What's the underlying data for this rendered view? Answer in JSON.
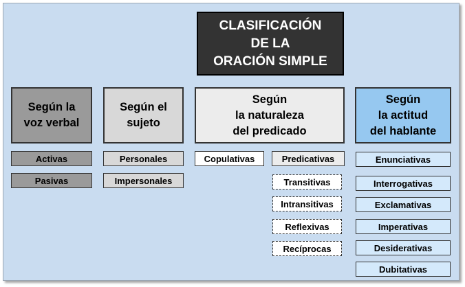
{
  "title": "CLASIFICACIÓN\nDE LA\nORACIÓN SIMPLE",
  "categories": [
    {
      "label": "Según la\nvoz verbal",
      "items": [
        "Activas",
        "Pasivas"
      ]
    },
    {
      "label": "Según el\nsujeto",
      "items": [
        "Personales",
        "Impersonales"
      ]
    },
    {
      "label": "Según\nla naturaleza\ndel predicado",
      "items": [
        "Copulativas",
        "Predicativas"
      ],
      "subitems": [
        "Transitivas",
        "Intransitivas",
        "Reflexivas",
        "Recíprocas"
      ]
    },
    {
      "label": "Según\nla actitud\ndel hablante",
      "items": [
        "Enunciativas",
        "Interrogativas",
        "Exclamativas",
        "Imperativas",
        "Desiderativas",
        "Dubitativas"
      ]
    }
  ],
  "colors": {
    "panel": "#c9dcf0",
    "title": "#333333",
    "voz": "#9a9a9a",
    "sujeto": "#d8d8d8",
    "predicado": "#ececec",
    "hablante": "#96c8f0"
  }
}
